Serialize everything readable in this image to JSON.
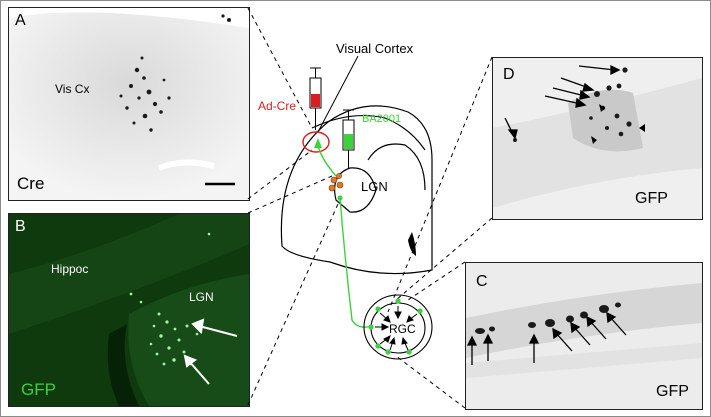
{
  "panels": {
    "a": {
      "letter": "A",
      "region_label": "Vis Cx",
      "stain_label": "Cre"
    },
    "b": {
      "letter": "B",
      "region_label_1": "Hippoc",
      "region_label_2": "LGN",
      "stain_label": "GFP"
    },
    "c": {
      "letter": "C",
      "stain_label": "GFP"
    },
    "d": {
      "letter": "D",
      "stain_label": "GFP"
    }
  },
  "diagram": {
    "visual_cortex_label": "Visual Cortex",
    "adcre_label": "Ad-Cre",
    "ba2001_label": "BA2001",
    "lgn_label": "LGN",
    "rgc_label": "RGC"
  },
  "colors": {
    "adcre_red": "#d81e1e",
    "ba2001_green": "#3cd23c",
    "gfp_green": "#2d9c2d",
    "panel_b_bg": "#0f3a0f"
  }
}
